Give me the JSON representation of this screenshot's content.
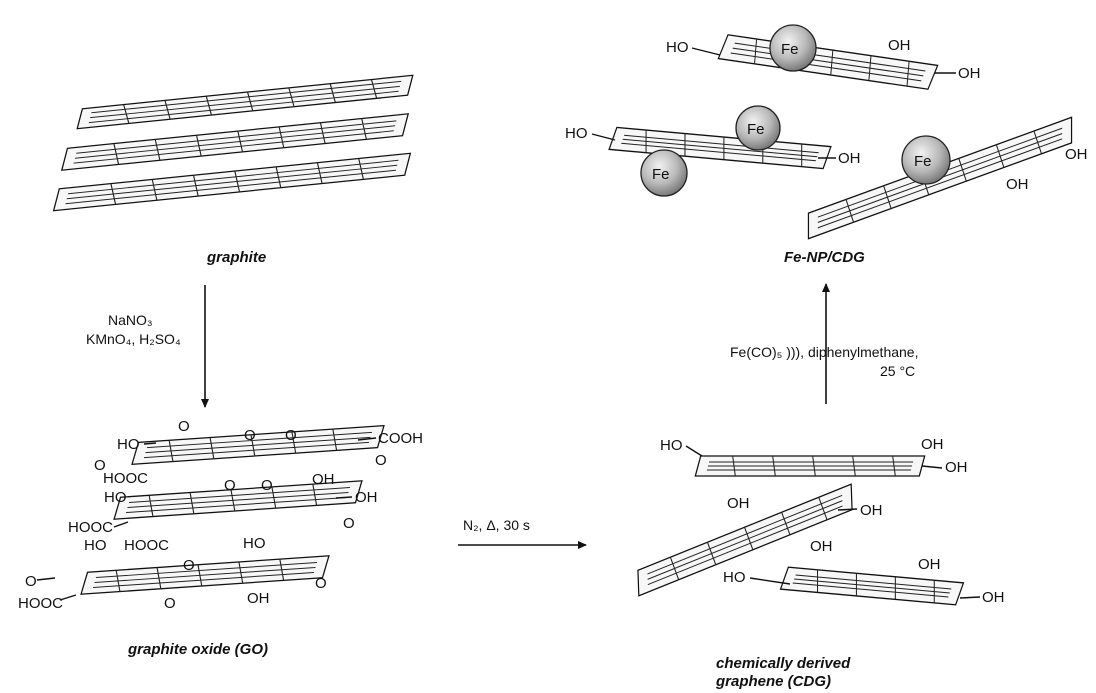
{
  "labels": {
    "graphite": "graphite",
    "go": "graphite oxide (GO)",
    "cdg_1": "chemically derived",
    "cdg_2": "graphene (CDG)",
    "fenp": "Fe-NP/CDG"
  },
  "reagents": {
    "ox_1": "NaNO₃",
    "ox_2": "KMnO₄, H₂SO₄",
    "red": "N₂, Δ, 30 s",
    "fe_1": "Fe(CO)₅  ))), diphenylmethane,",
    "fe_2": "25 °C"
  },
  "groups": {
    "ho": "HO",
    "oh": "OH",
    "cooh": "COOH",
    "hooc": "HOOC",
    "o": "O"
  },
  "nanoparticle": "Fe"
}
